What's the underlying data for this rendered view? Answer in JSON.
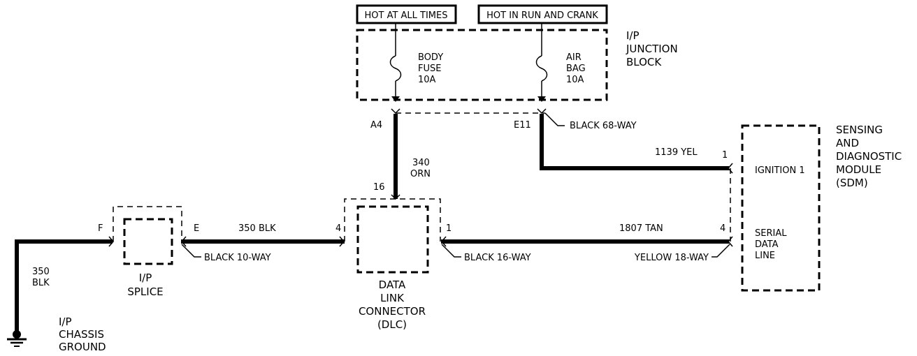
{
  "power": {
    "hot_all_times": "HOT AT ALL TIMES",
    "hot_run_crank": "HOT IN RUN AND CRANK"
  },
  "junction_block": {
    "title": [
      "I/P",
      "JUNCTION",
      "BLOCK"
    ],
    "fuse_body": [
      "BODY",
      "FUSE",
      "10A"
    ],
    "fuse_airbag": [
      "AIR",
      "BAG",
      "10A"
    ],
    "pin_a4": "A4",
    "pin_e11": "E11",
    "connector": "BLACK 68-WAY"
  },
  "wires": {
    "w340": [
      "340",
      "ORN"
    ],
    "w1139": "1139 YEL",
    "w350_h": "350 BLK",
    "w350_v": [
      "350",
      "BLK"
    ],
    "w1807": "1807 TAN"
  },
  "dlc": {
    "title": [
      "DATA",
      "LINK",
      "CONNECTOR",
      "(DLC)"
    ],
    "pin16": "16",
    "pin4": "4",
    "pin1": "1",
    "conn_left": "BLACK 16-WAY"
  },
  "splice": {
    "title": [
      "I/P",
      "SPLICE"
    ],
    "pin_f": "F",
    "pin_e": "E",
    "connector": "BLACK 10-WAY"
  },
  "ground": {
    "title": [
      "I/P",
      "CHASSIS",
      "GROUND"
    ]
  },
  "sdm": {
    "title": [
      "SENSING",
      "AND",
      "DIAGNOSTIC",
      "MODULE",
      "(SDM)"
    ],
    "pin1": "1",
    "pin4": "4",
    "ignition": "IGNITION 1",
    "serial": [
      "SERIAL",
      "DATA",
      "LINE"
    ],
    "connector": "YELLOW 18-WAY"
  }
}
